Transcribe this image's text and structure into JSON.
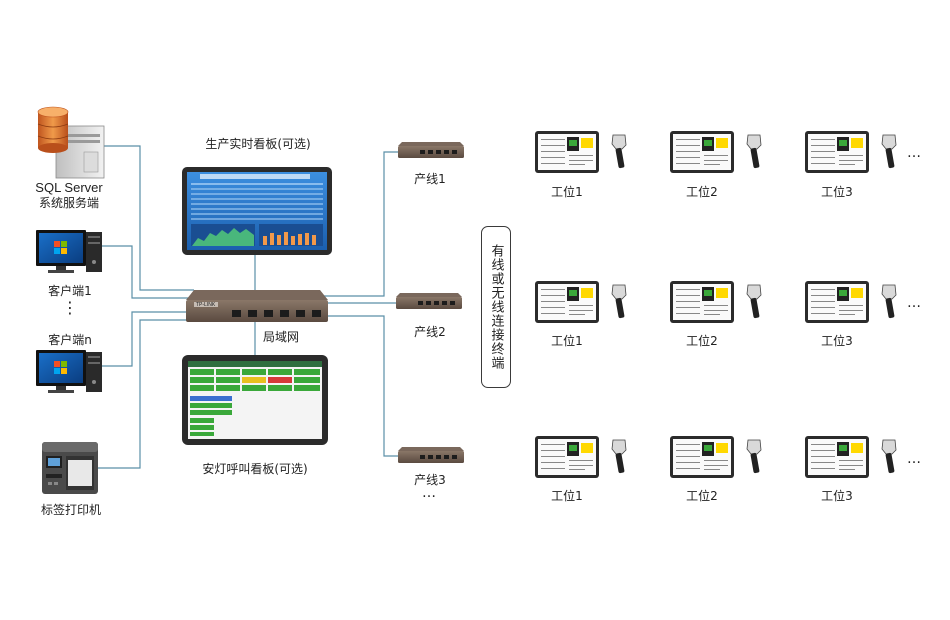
{
  "server": {
    "label_line1": "SQL Server",
    "label_line2": "系统服务端",
    "icon": "database-server-icon"
  },
  "clients": {
    "first": "客户端1",
    "ellipsis_vertical": "⋮",
    "last": "客户端n",
    "icon": "desktop-pc-icon"
  },
  "printer": {
    "label": "标签打印机",
    "icon": "label-printer-icon"
  },
  "dashboard_production": {
    "label": "生产实时看板(可选)",
    "icon": "monitor-dashboard-icon"
  },
  "network": {
    "label": "局域网",
    "device_brand": "TP-LINK",
    "icon": "network-switch-icon"
  },
  "dashboard_andon": {
    "label": "安灯呼叫看板(可选)",
    "icon": "tablet-dashboard-icon"
  },
  "lines": [
    {
      "label": "产线1"
    },
    {
      "label": "产线2"
    },
    {
      "label": "产线3"
    }
  ],
  "lines_more": "…",
  "terminal_box": {
    "label": "有线或无线连接终端"
  },
  "stations": {
    "row1": [
      "工位1",
      "工位2",
      "工位3"
    ],
    "row2": [
      "工位1",
      "工位2",
      "工位3"
    ],
    "row3": [
      "工位1",
      "工位2",
      "工位3"
    ],
    "more": "…"
  },
  "colors": {
    "connector": "#5a8fa8",
    "router_body": "#6b5b50",
    "monitor_frame": "#2b2b2b",
    "dashboard_bg": "#2a7fd0",
    "andon_green": "#3aa83a",
    "andon_red": "#d43a3a",
    "andon_yellow": "#e8c020"
  }
}
